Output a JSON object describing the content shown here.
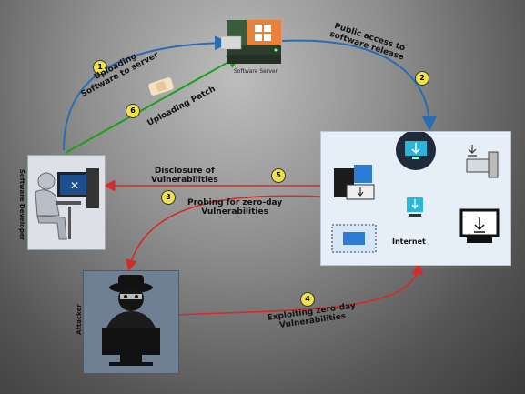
{
  "nodes": {
    "server": {
      "label": "Software Server"
    },
    "developer": {
      "label": "Software Developer"
    },
    "attacker": {
      "label": "Attacker"
    },
    "internet": {
      "label": "Internet"
    }
  },
  "steps": [
    {
      "num": "1",
      "line1": "Uploading",
      "line2": "Software to server"
    },
    {
      "num": "2",
      "line1": "Public access to",
      "line2": "software release"
    },
    {
      "num": "3",
      "line1": "Probing for zero-day",
      "line2": "Vulnerabilities"
    },
    {
      "num": "4",
      "line1": "Exploiting zero-day",
      "line2": "Vulnerabilities"
    },
    {
      "num": "5",
      "line1": "Disclosure of",
      "line2": "Vulnerabilities"
    },
    {
      "num": "6",
      "line1": "Uploading Patch",
      "line2": ""
    }
  ],
  "colors": {
    "blue_arrow": "#2b6cb0",
    "green_arrow": "#1aa01a",
    "red_arrow": "#d42a2a",
    "badge_fill": "#f0e34a",
    "panel_bg": "#e6eef7",
    "server_accent": "#e8823a"
  }
}
